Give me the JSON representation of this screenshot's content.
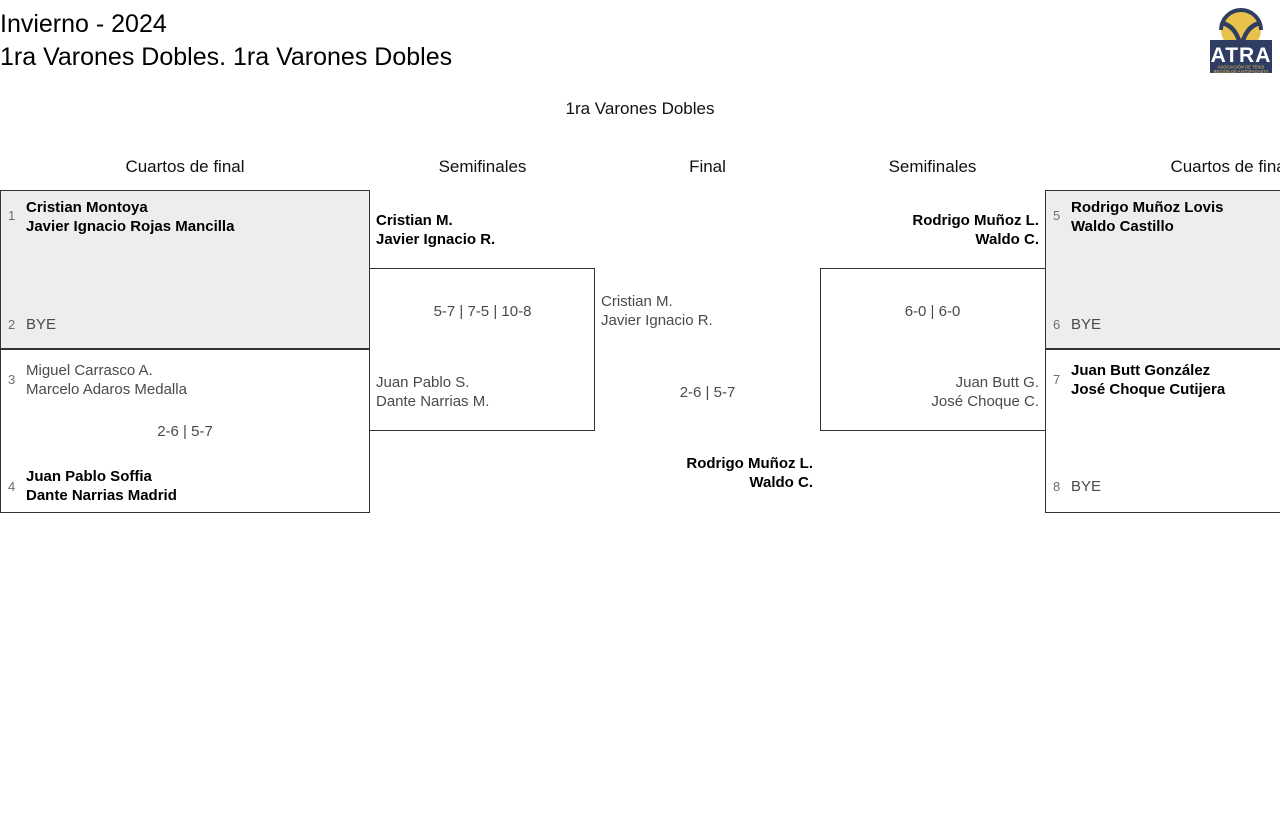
{
  "header": {
    "season": "Invierno - 2024",
    "category": "1ra Varones Dobles. 1ra Varones Dobles"
  },
  "logo": {
    "name": "ATRA",
    "tagline_line1": "ASOCIACIÓN DE TENIS",
    "tagline_line2": "REGIÓN DE ANTOFAGASTA",
    "navy": "#2f3d63",
    "yellow": "#e8c24a"
  },
  "bracket": {
    "title": "1ra Varones Dobles",
    "rounds": {
      "qf_left": "Cuartos de final",
      "sf_left": "Semifinales",
      "final": "Final",
      "sf_right": "Semifinales",
      "qf_right": "Cuartos de final"
    },
    "matches": {
      "qf1": {
        "top": {
          "seed": "1",
          "line1": "Cristian Montoya",
          "line2": "Javier Ignacio Rojas Mancilla"
        },
        "bottom": {
          "seed": "2",
          "line1": "BYE",
          "line2": ""
        },
        "score": ""
      },
      "qf2": {
        "top": {
          "seed": "3",
          "line1": "Miguel Carrasco A.",
          "line2": "Marcelo Adaros Medalla"
        },
        "bottom": {
          "seed": "4",
          "line1": "Juan Pablo Soffia",
          "line2": "Dante Narrias Madrid"
        },
        "score": "2-6 | 5-7"
      },
      "qf3": {
        "top": {
          "seed": "5",
          "line1": "Rodrigo Muñoz Lovis",
          "line2": "Waldo Castillo"
        },
        "bottom": {
          "seed": "6",
          "line1": "BYE",
          "line2": ""
        },
        "score": ""
      },
      "qf4": {
        "top": {
          "seed": "7",
          "line1": "Juan Butt González",
          "line2": "José Choque Cutijera"
        },
        "bottom": {
          "seed": "8",
          "line1": "BYE",
          "line2": ""
        },
        "score": ""
      },
      "sf_left": {
        "top": {
          "line1": "Cristian M.",
          "line2": "Javier Ignacio R."
        },
        "bottom": {
          "line1": "Juan Pablo S.",
          "line2": "Dante Narrias M."
        },
        "score": "5-7 | 7-5 | 10-8"
      },
      "sf_right": {
        "top": {
          "line1": "Rodrigo Muñoz L.",
          "line2": "Waldo C."
        },
        "bottom": {
          "line1": "Juan Butt G.",
          "line2": "José Choque C."
        },
        "score": "6-0 | 6-0"
      },
      "final": {
        "top": {
          "line1": "Cristian M.",
          "line2": "Javier Ignacio R."
        },
        "bottom": {
          "line1": "Rodrigo Muñoz L.",
          "line2": "Waldo C."
        },
        "score": "2-6 | 5-7"
      }
    }
  }
}
